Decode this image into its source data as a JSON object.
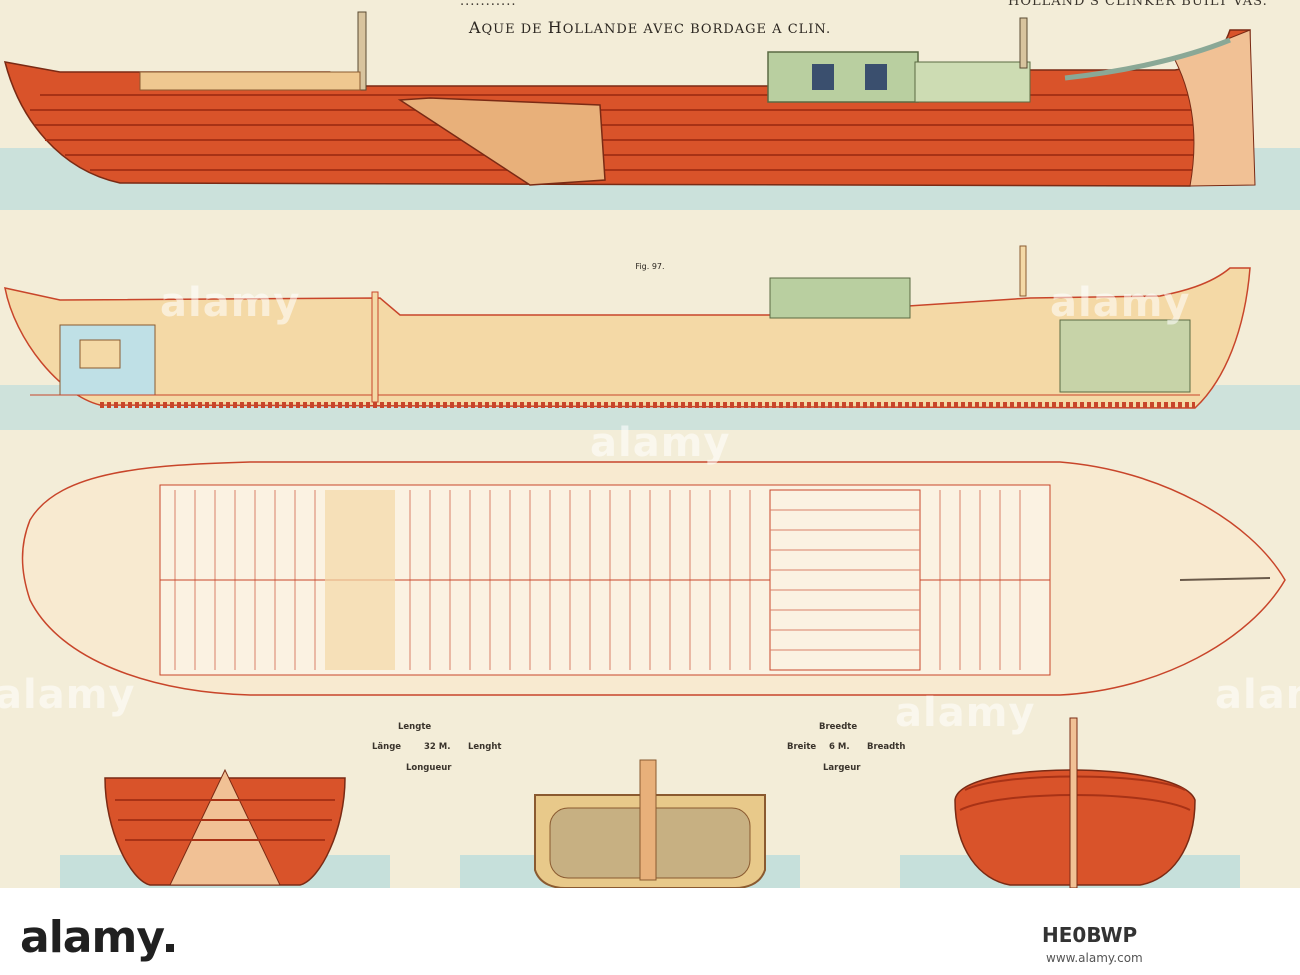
{
  "plate": {
    "header_left_clipped": "...........",
    "header_right_clipped": "HOLLAND'S CLINKER BUILT VAS.",
    "title_cap_1": "A",
    "title_word_1": "QUE DE ",
    "title_cap_2": "H",
    "title_word_2": "OLLANDE AVEC BORDAGE A CLIN.",
    "fig_label": "Fig. 97."
  },
  "measurements": {
    "length_nl": "Lengte",
    "length_de": "Länge",
    "length_value": "32 M.",
    "length_en": "Lenght",
    "length_fr": "Longueur",
    "breadth_nl": "Breedte",
    "breadth_de": "Breite",
    "breadth_value": "6 M.",
    "breadth_en": "Breadth",
    "breadth_fr": "Largeur"
  },
  "watermarks": [
    "alamy",
    "alamy",
    "alamy",
    "alamy",
    "alamy",
    "alamy"
  ],
  "footer": {
    "logo": "alamy",
    "stock_id": "HE0BWP",
    "url": "www.alamy.com"
  },
  "colors": {
    "paper": "#f3edd8",
    "hull_red": "#d9532a",
    "hull_dark": "#b83a1c",
    "interior_tan": "#f4d9a6",
    "cabin_green": "#b9cfa0",
    "water_blue": "#a9d7de",
    "line_red": "#c8452a"
  }
}
